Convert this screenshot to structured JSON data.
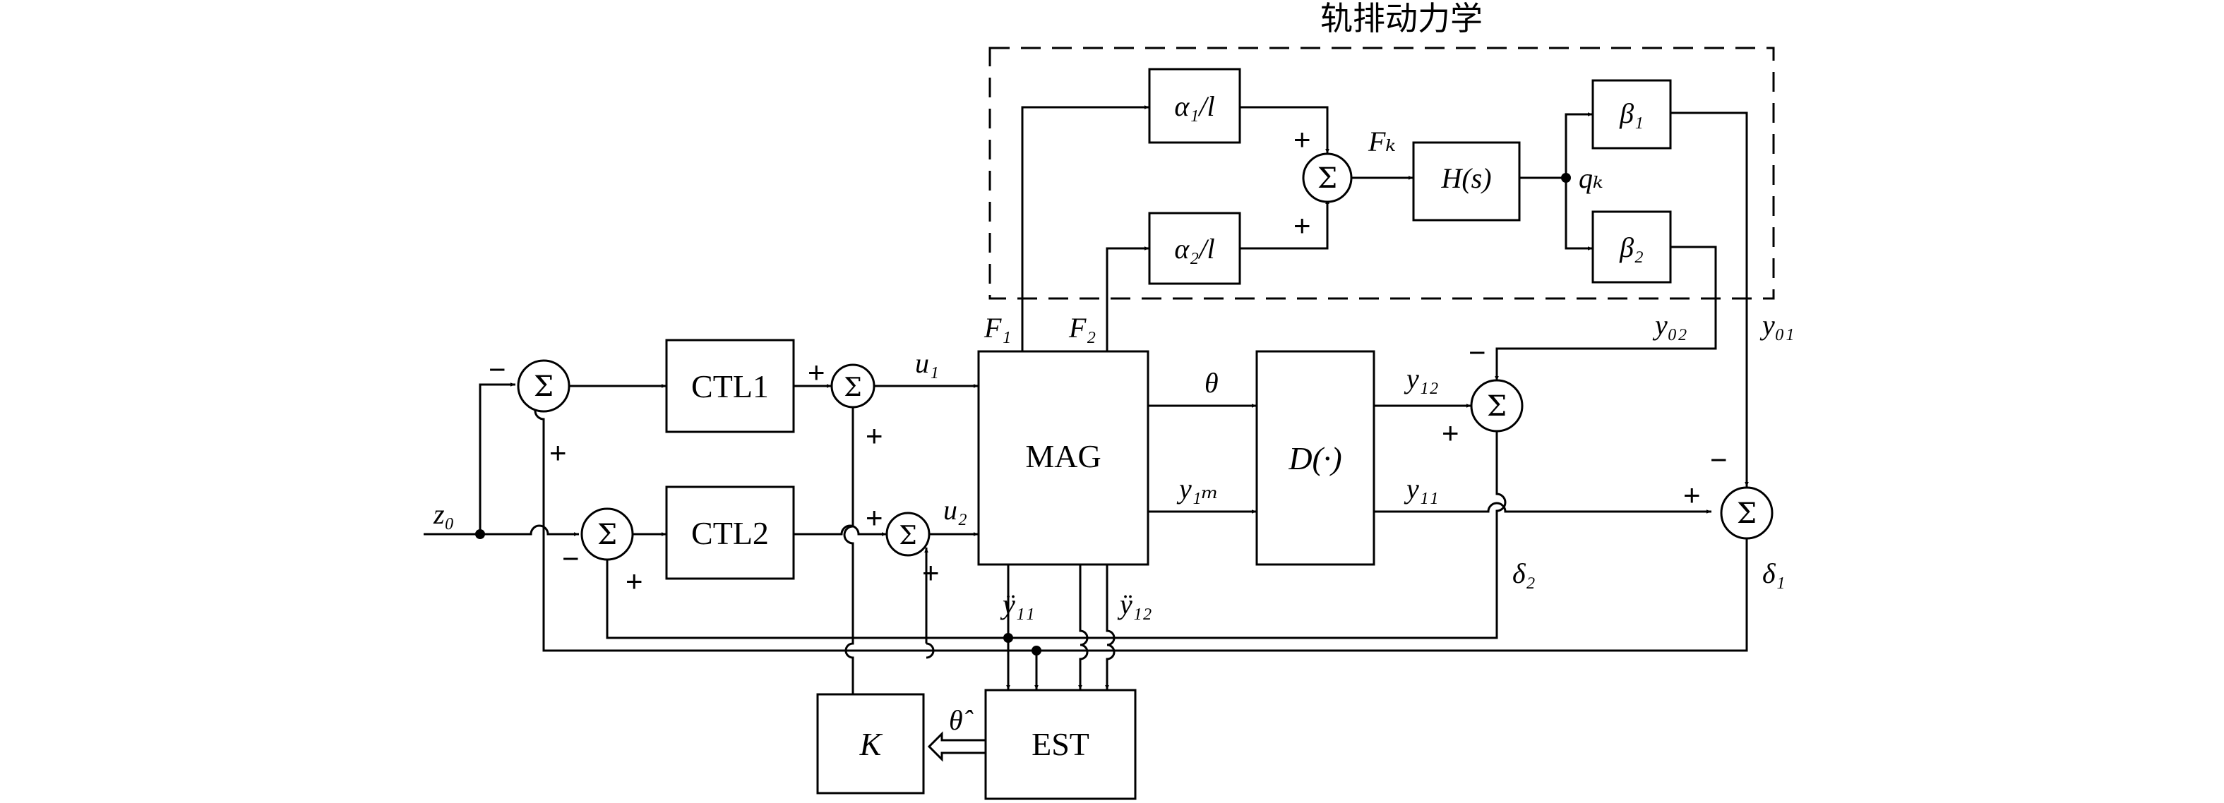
{
  "title": "轨排动力学",
  "blocks": {
    "ctl1": "CTL1",
    "ctl2": "CTL2",
    "mag": "MAG",
    "d": "D(·)",
    "est": "EST",
    "k": "K",
    "alpha1": "α₁/l",
    "alpha2": "α₂/l",
    "h": "H(s)",
    "beta1": "β₁",
    "beta2": "β₂"
  },
  "sum_symbol": "Σ",
  "signals": {
    "z0": "z₀",
    "u1": "u₁",
    "u2": "u₂",
    "F1": "F₁",
    "F2": "F₂",
    "Fk": "Fₖ",
    "qk": "qₖ",
    "theta": "θ",
    "y1m": "y₁ₘ",
    "y12": "y₁₂",
    "y11": "y₁₁",
    "y02": "y₀₂",
    "y01": "y₀₁",
    "delta1": "δ₁",
    "delta2": "δ₂",
    "y11dd": "ÿ₁₁",
    "y12dd": "ÿ₁₂",
    "theta_hat": "θ̂"
  },
  "signs": {
    "plus": "+",
    "minus": "−"
  }
}
